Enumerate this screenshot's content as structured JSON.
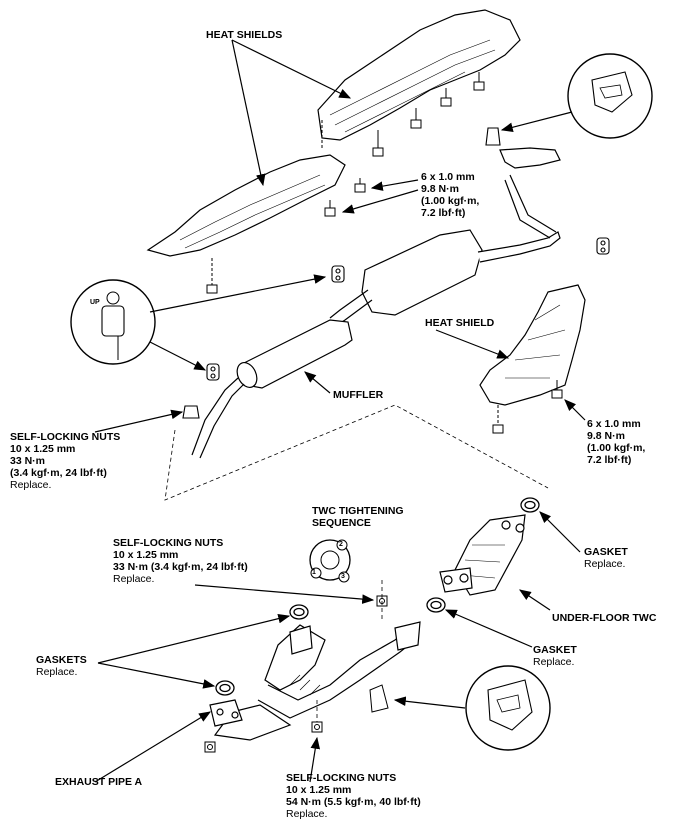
{
  "labels": {
    "heat_shields": "HEAT SHIELDS",
    "bolt_top": {
      "l1": "6 x 1.0 mm",
      "l2": "9.8 N·m",
      "l3": "(1.00 kgf·m,",
      "l4": "7.2 lbf·ft)"
    },
    "heat_shield": "HEAT SHIELD",
    "muffler": "MUFFLER",
    "bolt_right": {
      "l1": "6 x 1.0 mm",
      "l2": "9.8 N·m",
      "l3": "(1.00 kgf·m,",
      "l4": "7.2 lbf·ft)"
    },
    "nuts_left": {
      "l1": "SELF-LOCKING NUTS",
      "l2": "10 x 1.25 mm",
      "l3": "33 N·m",
      "l4": "(3.4 kgf·m, 24 lbf·ft)",
      "l5": "Replace."
    },
    "twc_seq": {
      "l1": "TWC TIGHTENING",
      "l2": "SEQUENCE"
    },
    "nuts_mid": {
      "l1": "SELF-LOCKING NUTS",
      "l2": "10 x 1.25 mm",
      "l3": "33 N·m (3.4 kgf·m, 24 lbf·ft)",
      "l4": "Replace."
    },
    "gasket_right": {
      "l1": "GASKET",
      "l2": "Replace."
    },
    "underfloor_twc": "UNDER-FLOOR TWC",
    "gasket_mid": {
      "l1": "GASKET",
      "l2": "Replace."
    },
    "gaskets": {
      "l1": "GASKETS",
      "l2": "Replace."
    },
    "exhaust_pipe_a": "EXHAUST PIPE A",
    "nuts_bottom": {
      "l1": "SELF-LOCKING NUTS",
      "l2": "10 x 1.25 mm",
      "l3": "54 N·m (5.5 kgf·m, 40 lbf·ft)",
      "l4": "Replace."
    },
    "up_mark": "UP",
    "seq": [
      "1",
      "2",
      "3"
    ]
  }
}
